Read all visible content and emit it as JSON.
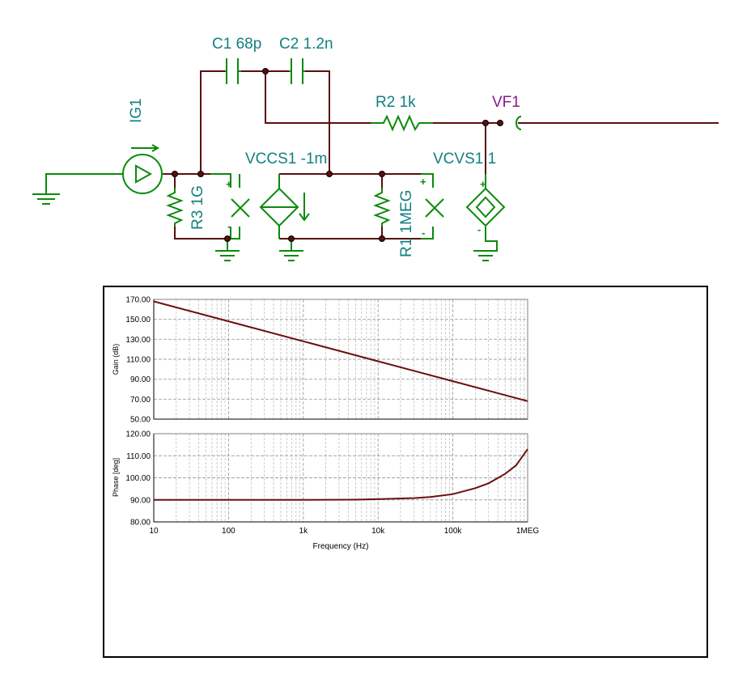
{
  "colors": {
    "wire": "#5a0f0f",
    "component": "#0a8a0a",
    "label": "#128080",
    "probe_label": "#8a1a8a",
    "curve": "#6b0f0f",
    "grid": "#b8b8b8",
    "frame": "#000000"
  },
  "schematic": {
    "labels": {
      "c1": "C1 68p",
      "c2": "C2 1.2n",
      "r2": "R2 1k",
      "vf1": "VF1",
      "ig1": "IG1",
      "vccs1": "VCCS1 -1m",
      "vcvs1": "VCVS1 1",
      "r3": "R3 1G",
      "r1": "R1 1MEG"
    },
    "polarity": {
      "plus": "+",
      "minus": "-"
    }
  },
  "chart_data": [
    {
      "type": "line",
      "ylabel": "Gain (dB)",
      "ylim": [
        50,
        170
      ],
      "yticks": [
        "50.00",
        "70.00",
        "90.00",
        "110.00",
        "130.00",
        "150.00",
        "170.00"
      ],
      "x_scale": "log",
      "xlim": [
        10,
        1000000
      ],
      "grid": true,
      "series": [
        {
          "x": [
            10,
            100,
            1000,
            10000,
            100000,
            1000000
          ],
          "y": [
            168,
            148,
            128,
            108,
            88,
            68
          ]
        }
      ]
    },
    {
      "type": "line",
      "ylabel": "Phase [deg]",
      "xlabel": "Frequency (Hz)",
      "ylim": [
        80,
        120
      ],
      "yticks": [
        "80.00",
        "90.00",
        "100.00",
        "110.00",
        "120.00"
      ],
      "xticks": [
        "10",
        "100",
        "1k",
        "10k",
        "100k",
        "1MEG"
      ],
      "x_scale": "log",
      "xlim": [
        10,
        1000000
      ],
      "grid": true,
      "series": [
        {
          "x": [
            10,
            100,
            1000,
            5000,
            10000,
            30000,
            50000,
            100000,
            200000,
            300000,
            500000,
            700000,
            1000000
          ],
          "y": [
            90,
            90,
            90,
            90.1,
            90.3,
            90.8,
            91.3,
            92.6,
            95.3,
            97.5,
            101.8,
            105.6,
            113
          ]
        }
      ]
    }
  ]
}
